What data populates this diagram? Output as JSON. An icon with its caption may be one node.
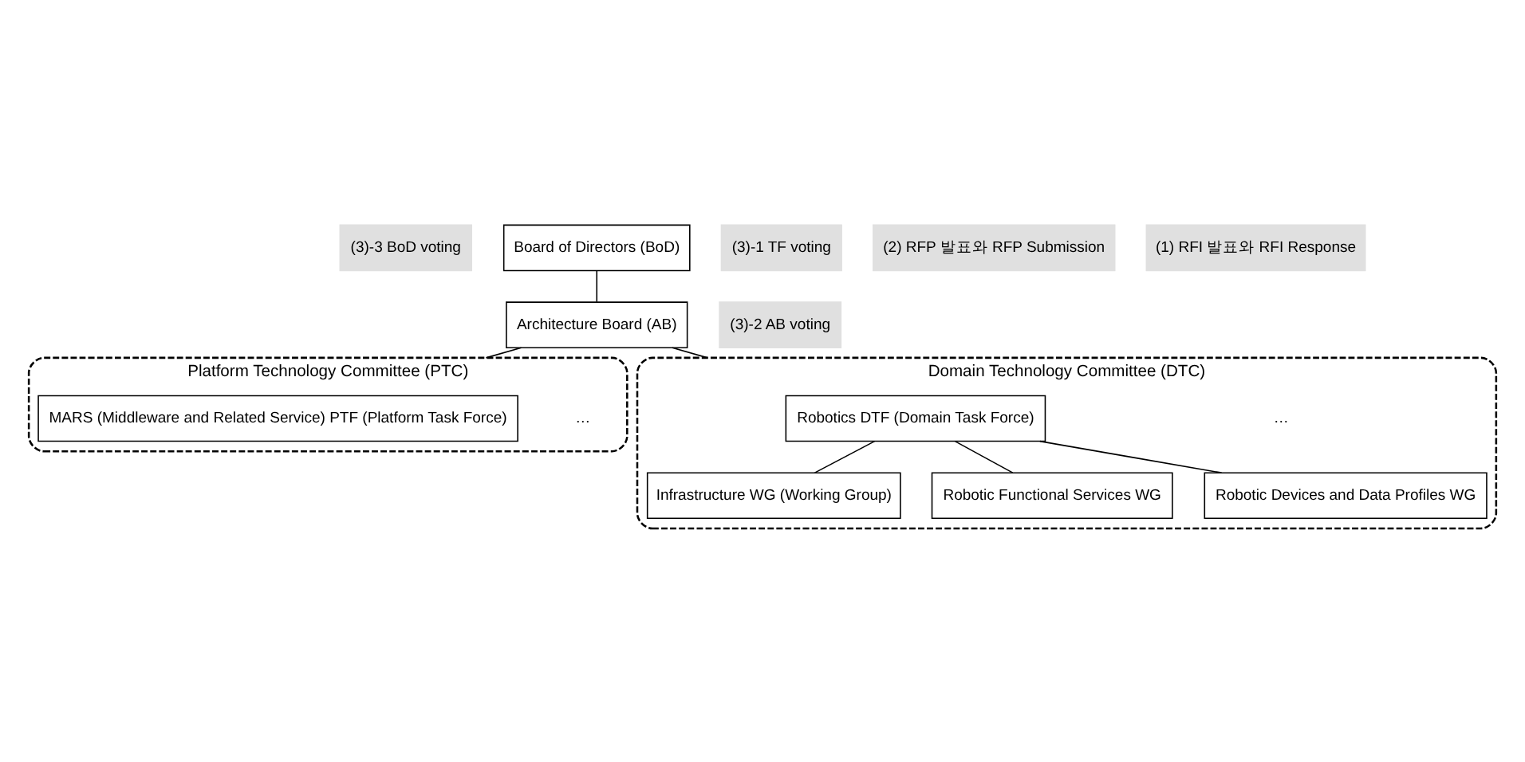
{
  "diagram": {
    "nodes": [
      {
        "text": [
          "(3)-3 BoD voting"
        ]
      },
      {
        "text": [
          "Board of Directors (BoD)"
        ]
      },
      {
        "text": [
          "(3)-2 AB voting"
        ]
      },
      {
        "text": [
          "Architecture Board (AB)"
        ]
      },
      {
        "text": [
          "Platform Technology Committee (PTC)"
        ]
      },
      {
        "text": [
          "Domain Technology Committee (DTC)"
        ]
      },
      {
        "text": [
          "(3)-1 TF voting"
        ]
      },
      {
        "text": [
          "MARS (Middleware and Related Service) PTF (Platform Task Force)"
        ],
        "in": 4
      },
      {
        "text": [
          "Robotics DTF (Domain Task Force)"
        ],
        "in": 5
      },
      {
        "text": [
          "(2) RFP 발표와 RFP Submission"
        ]
      },
      {
        "text": [
          "Infrastructure WG (Working Group)"
        ],
        "in": 5
      },
      {
        "text": [
          "(1) RFI 발표와 RFI Response"
        ]
      },
      {
        "text": [
          "Robotic Functional Services WG"
        ],
        "in": 5
      },
      {
        "text": [
          "Robotic Devices and Data Profiles WG"
        ],
        "in": 5
      }
    ],
    "edges": [
      {
        "from": 1,
        "to": 3,
        "arrow": "none"
      },
      {
        "from": 3,
        "to": 4,
        "arrow": "none"
      },
      {
        "from": 3,
        "to": 5,
        "arrow": "none"
      },
      {
        "from": 8,
        "to": 10,
        "arrow": "none"
      },
      {
        "from": 8,
        "to": 12,
        "arrow": "none"
      },
      {
        "from": 8,
        "to": 13,
        "arrow": "none"
      }
    ],
    "labels": [
      "…",
      "…"
    ]
  }
}
